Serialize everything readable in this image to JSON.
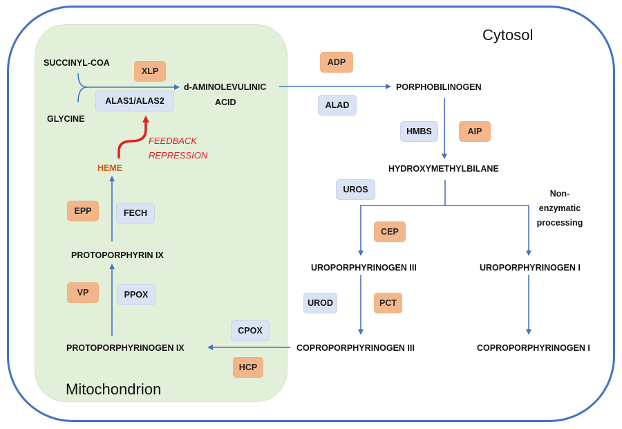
{
  "regions": {
    "cytosol": "Cytosol",
    "mitochondrion": "Mitochondrion"
  },
  "metabolites": {
    "succinyl_coa": "SUCCINYL-COA",
    "glycine": "GLYCINE",
    "ala_line1": "d-AMINOLEVULINIC",
    "ala_line2": "ACID",
    "porphobilinogen": "PORPHOBILINOGEN",
    "hydroxymethylbilane": "HYDROXYMETHYLBILANE",
    "uroporphyrinogen_iii": "UROPORPHYRINOGEN III",
    "uroporphyrinogen_i": "UROPORPHYRINOGEN I",
    "coproporphyrinogen_iii": "COPROPORPHYRINOGEN III",
    "coproporphyrinogen_i": "COPROPORPHYRINOGEN I",
    "protoporphyrinogen_ix": "PROTOPORPHYRINOGEN IX",
    "protoporphyrin_ix": "PROTOPORPHYRIN IX",
    "heme": "HEME"
  },
  "annotations": {
    "feedback_line1": "FEEDBACK",
    "feedback_line2": "REPRESSION",
    "nonenzymatic_line1": "Non-",
    "nonenzymatic_line2": "enzymatic",
    "nonenzymatic_line3": "processing"
  },
  "enzymes": {
    "alas": "ALAS1/ALAS2",
    "alad": "ALAD",
    "hmbs": "HMBS",
    "uros": "UROS",
    "urod": "UROD",
    "cpox": "CPOX",
    "ppox": "PPOX",
    "fech": "FECH"
  },
  "diseases": {
    "xlp": "XLP",
    "adp": "ADP",
    "aip": "AIP",
    "cep": "CEP",
    "pct": "PCT",
    "hcp": "HCP",
    "vp": "VP",
    "epp": "EPP"
  },
  "colors": {
    "arrow": "#4472c4",
    "feedback": "#e02020",
    "heme": "#c55a11",
    "enzyme_box": "#dae3f3",
    "disease_box": "#f4b183",
    "mitochondrion_fill": "#e2efd9",
    "cytosol_border": "#4472c4"
  }
}
